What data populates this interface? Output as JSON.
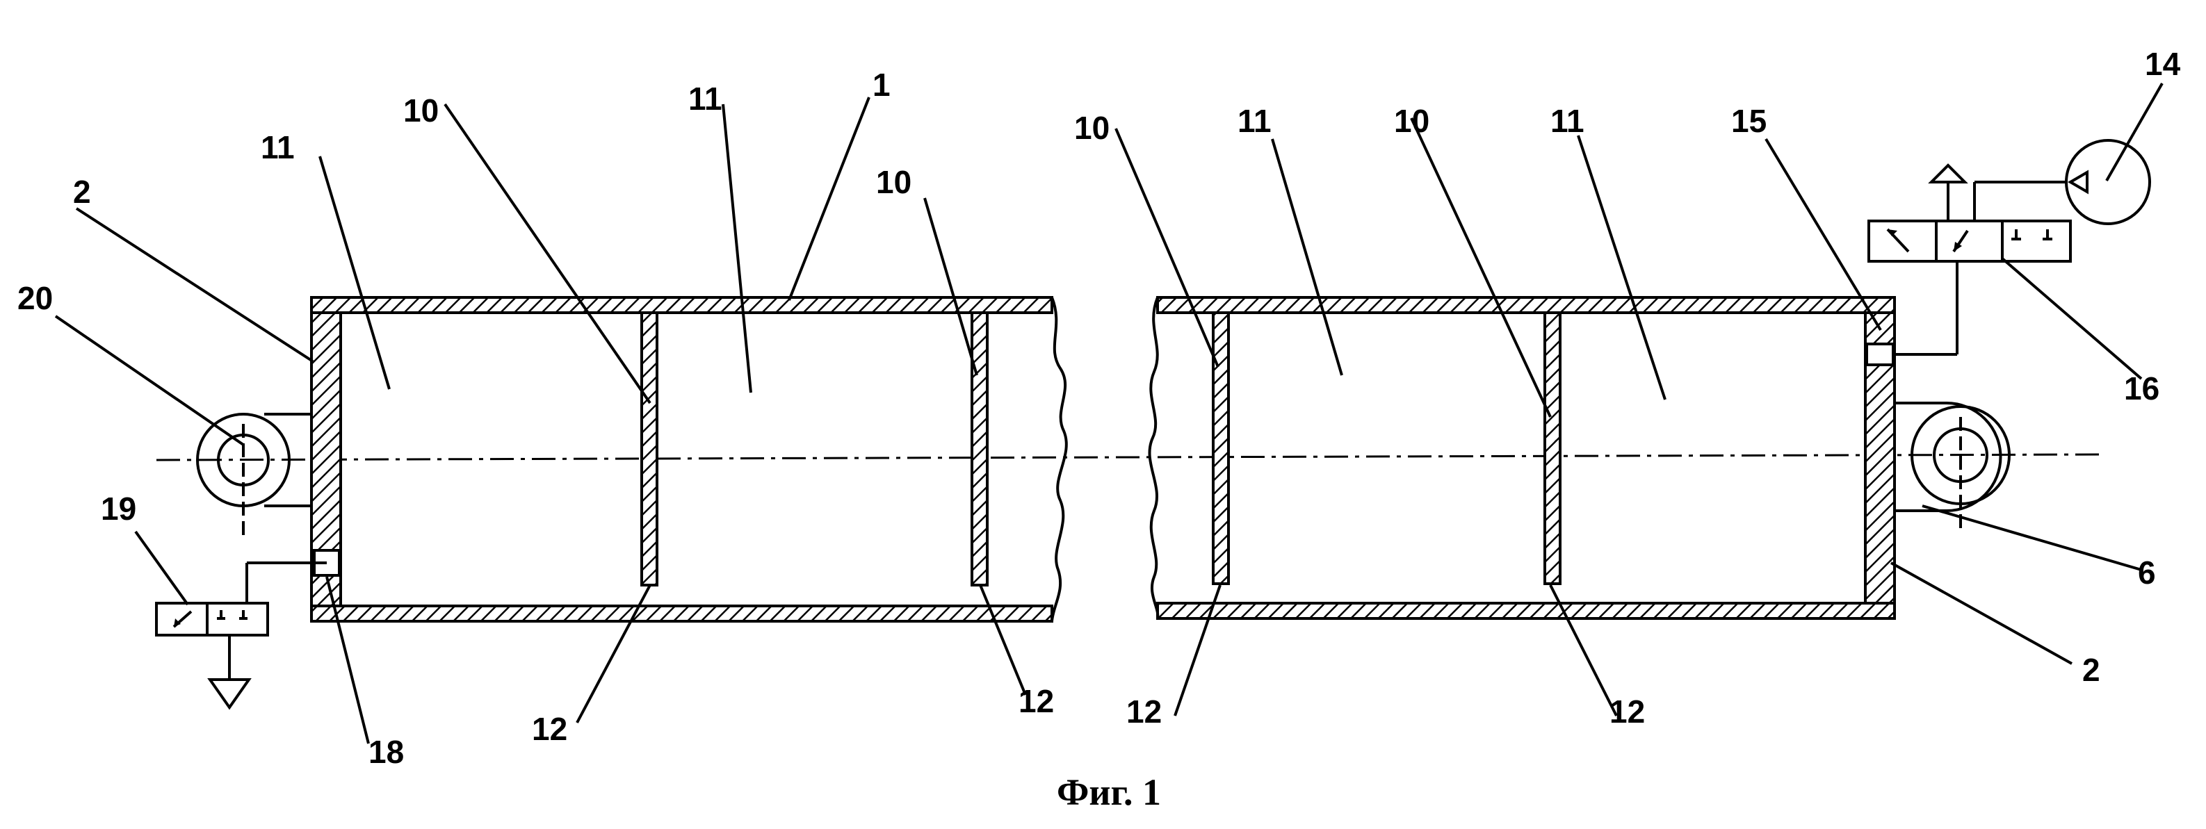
{
  "figure": {
    "caption": "Фиг. 1",
    "labels": {
      "l1": "1",
      "l2_left": "2",
      "l2_right": "2",
      "l6": "6",
      "l10_a": "10",
      "l10_b": "10",
      "l10_c": "10",
      "l10_d": "10",
      "l11_a": "11",
      "l11_b": "11",
      "l11_c": "11",
      "l11_d": "11",
      "l12_a": "12",
      "l12_b": "12",
      "l12_c": "12",
      "l12_d": "12",
      "l14": "14",
      "l15": "15",
      "l16": "16",
      "l18": "18",
      "l19": "19",
      "l20": "20"
    }
  }
}
